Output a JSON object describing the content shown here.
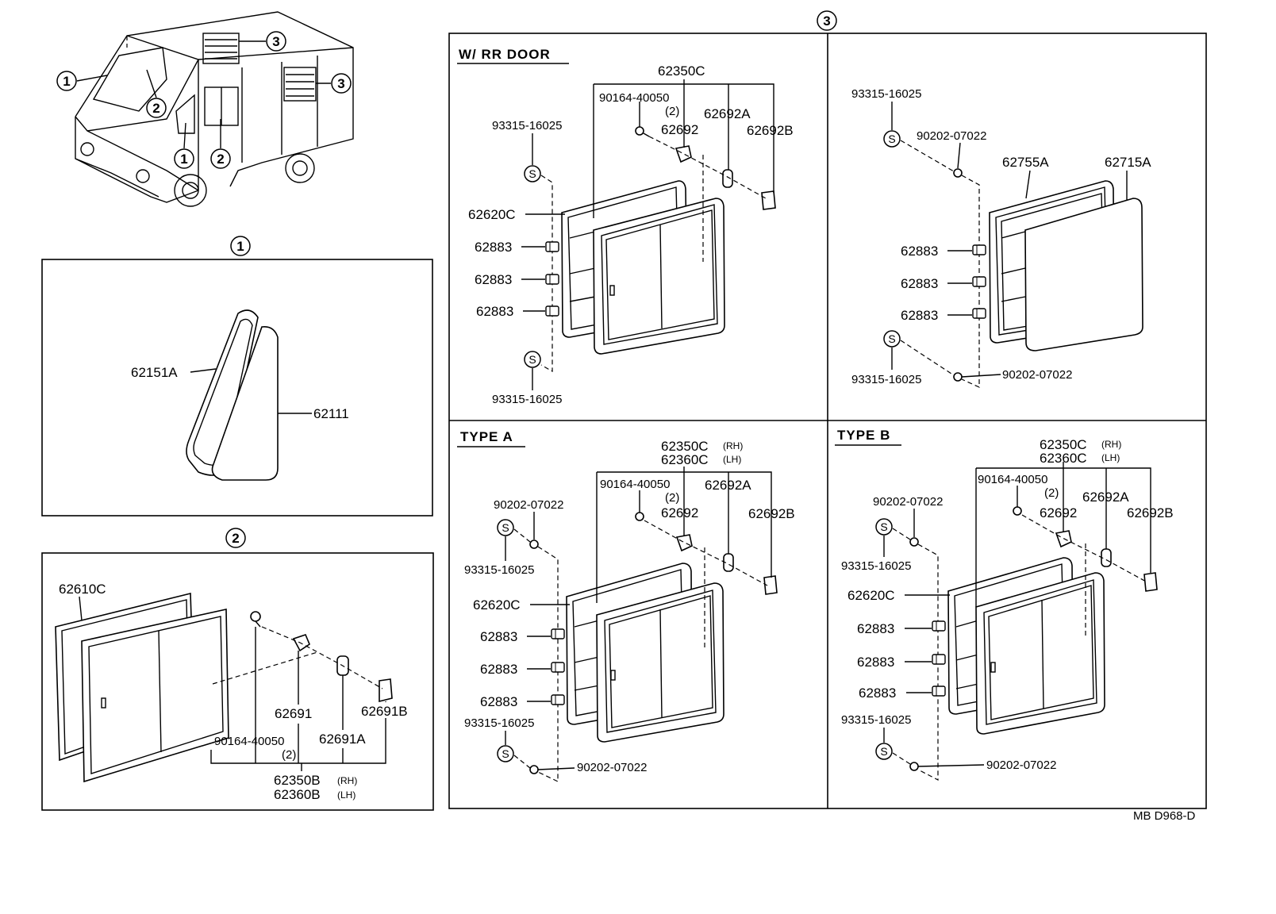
{
  "footer_code": "MB  D968-D",
  "callouts": {
    "c1": "1",
    "c2": "2",
    "c3": "3"
  },
  "section1": {
    "part_a": "62151A",
    "part_b": "62111"
  },
  "section2": {
    "frame": "62610C",
    "clip": "62691",
    "clip_a": "62691A",
    "clip_b": "62691B",
    "screw": "90164-40050",
    "screw_qty": "(2)",
    "assy_rh": "62350B",
    "assy_lh": "62360B",
    "rh": "(RH)",
    "lh": "(LH)"
  },
  "panel_rr_door": {
    "title": "W/ RR  DOOR",
    "assy": "62350C",
    "screw": "90164-40050",
    "screw_qty": "(2)",
    "clip": "62692",
    "clip_a": "62692A",
    "clip_b": "62692B",
    "frame": "62620C",
    "bracket": "62883",
    "bolt": "93315-16025"
  },
  "panel_plain": {
    "bolt": "93315-16025",
    "nut": "90202-07022",
    "frame": "62755A",
    "glass": "62715A",
    "bracket": "62883"
  },
  "panel_type_a": {
    "title": "TYPE  A",
    "assy_rh": "62350C",
    "assy_lh": "62360C",
    "rh": "(RH)",
    "lh": "(LH)",
    "screw": "90164-40050",
    "screw_qty": "(2)",
    "clip": "62692",
    "clip_a": "62692A",
    "clip_b": "62692B",
    "nut": "90202-07022",
    "bolt": "93315-16025",
    "frame": "62620C",
    "bracket": "62883"
  },
  "panel_type_b": {
    "title": "TYPE  B",
    "assy_rh": "62350C",
    "assy_lh": "62360C",
    "rh": "(RH)",
    "lh": "(LH)",
    "screw": "90164-40050",
    "screw_qty": "(2)",
    "clip": "62692",
    "clip_a": "62692A",
    "clip_b": "62692B",
    "nut": "90202-07022",
    "bolt": "93315-16025",
    "frame": "62620C",
    "bracket": "62883"
  }
}
